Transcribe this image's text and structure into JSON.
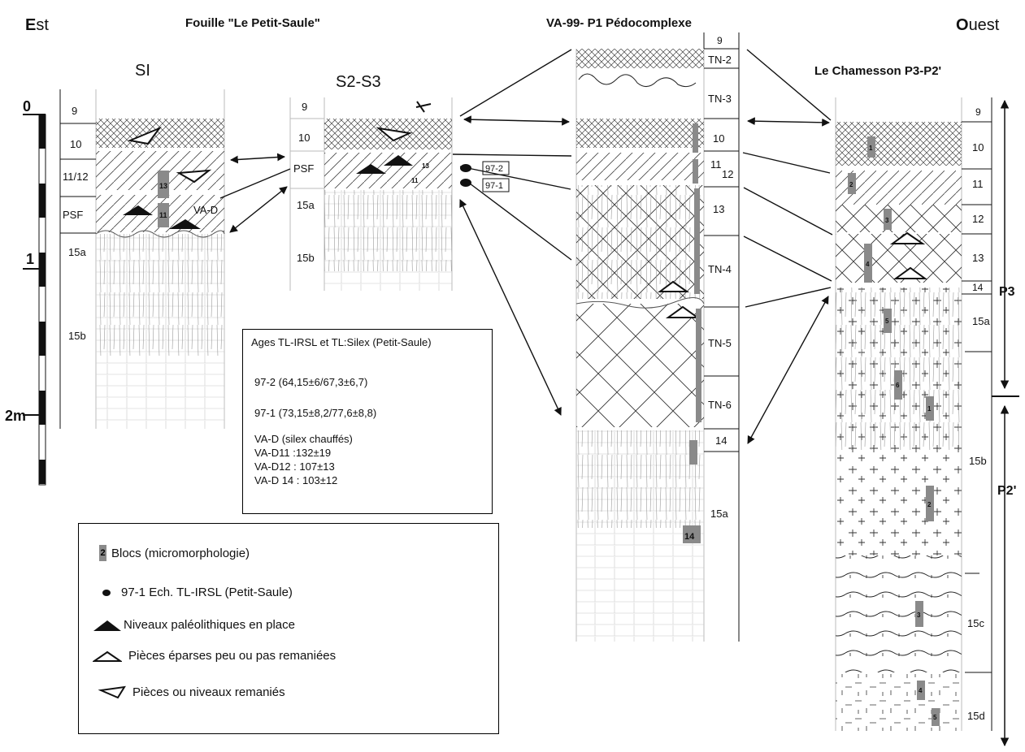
{
  "header": {
    "est_initial": "E",
    "est_rest": "st",
    "ouest_initial": "O",
    "ouest_rest": "uest",
    "title_fouille": "Fouille \"Le Petit-Saule\"",
    "title_va99": "VA-99- P1 Pédocomplexe",
    "title_chamesson": "Le Chamesson P3-P2'"
  },
  "scale": {
    "labels": [
      "0",
      "1",
      "2m"
    ]
  },
  "profiles": {
    "s1": {
      "title": "SI",
      "layers": [
        "9",
        "10",
        "11/12",
        "PSF",
        "15a",
        "15b"
      ],
      "vad_label": "VA-D",
      "blocks": [
        "13",
        "11"
      ]
    },
    "s2s3": {
      "title": "S2-S3",
      "layers": [
        "9",
        "10",
        "PSF",
        "15a",
        "15b"
      ],
      "samples": [
        "97-2",
        "97-1"
      ],
      "blocks": [
        "13",
        "11"
      ]
    },
    "va99": {
      "layers": [
        "9",
        "TN-2",
        "TN-3",
        "10",
        "11",
        "12",
        "13",
        "TN-4",
        "TN-5",
        "TN-6",
        "14",
        "15a"
      ],
      "blocks": [
        "14"
      ]
    },
    "chamesson": {
      "layers": [
        "9",
        "10",
        "11",
        "12",
        "13",
        "14",
        "15a",
        "15b",
        "15c",
        "15d"
      ],
      "section_labels": [
        "P3",
        "P2'"
      ],
      "blocks": [
        "1",
        "2",
        "3",
        "4",
        "5",
        "6",
        "1",
        "2",
        "3",
        "4",
        "5"
      ]
    }
  },
  "ages_box": {
    "header": "Ages TL-IRSL et TL:Silex (Petit-Saule)",
    "lines": [
      "97-2 (64,15±6/67,3±6,7)",
      "97-1 (73,15±8,2/77,6±8,8)",
      "VA-D (silex chauffés)",
      "VA-D11 :132±19",
      "VA-D12 : 107±13",
      "VA-D 14 : 103±12"
    ]
  },
  "legend": {
    "block_number": "2",
    "blocks": "Blocs (micromorphologie)",
    "sample": "97-1  Ech. TL-IRSL (Petit-Saule)",
    "in_place": "Niveaux paléolithiques en place",
    "scattered": "Pièces éparses peu ou pas remaniées",
    "reworked": "Pièces ou niveaux remaniés"
  },
  "colors": {
    "line": "#111111",
    "block": "#8a8a8a",
    "hatch": "#444444"
  }
}
